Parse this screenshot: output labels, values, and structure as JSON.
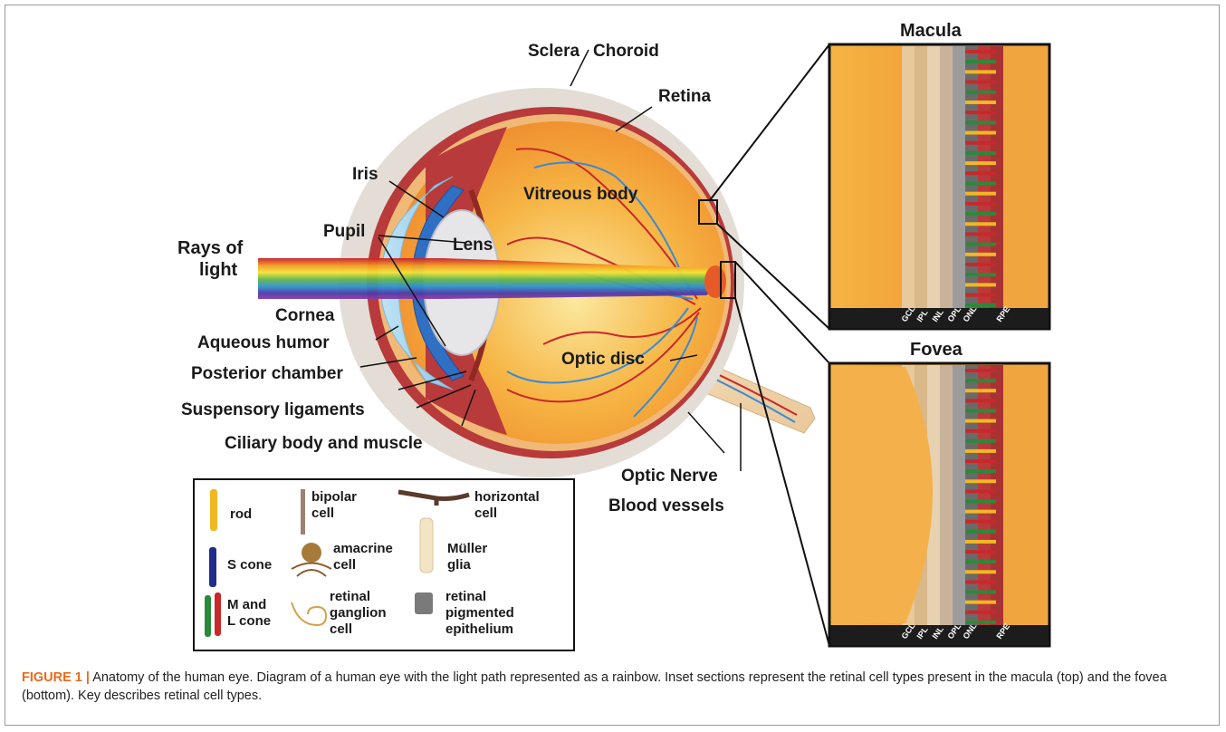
{
  "labels": {
    "sclera": "Sclera",
    "choroid": "Choroid",
    "retina": "Retina",
    "iris": "Iris",
    "vitreous": "Vitreous body",
    "pupil": "Pupil",
    "lens": "Lens",
    "rays_line1": "Rays of",
    "rays_line2": "light",
    "cornea": "Cornea",
    "aqueous": "Aqueous humor",
    "posterior": "Posterior chamber",
    "suspensory": "Suspensory ligaments",
    "ciliary": "Ciliary body and muscle",
    "optic_disc": "Optic disc",
    "optic_nerve": "Optic Nerve",
    "blood_vessels": "Blood vessels"
  },
  "insets": {
    "macula_title": "Macula",
    "fovea_title": "Fovea",
    "layers": [
      "GCL",
      "IPL",
      "INL",
      "OPL",
      "ONL",
      "RPE"
    ]
  },
  "key": {
    "rod": "rod",
    "s_cone": "S cone",
    "ml_cone_1": "M and",
    "ml_cone_2": "L cone",
    "bipolar_1": "bipolar",
    "bipolar_2": "cell",
    "amacrine_1": "amacrine",
    "amacrine_2": "cell",
    "ganglion_1": "retinal",
    "ganglion_2": "ganglion",
    "ganglion_3": "cell",
    "horizontal_1": "horizontal",
    "horizontal_2": "cell",
    "muller_1": "Müller",
    "muller_2": "glia",
    "rpe_1": "retinal",
    "rpe_2": "pigmented",
    "rpe_3": "epithelium"
  },
  "caption": {
    "label": "FIGURE 1 |",
    "text": " Anatomy of the human eye. Diagram of a human eye with the light path represented as a rainbow. Inset sections represent the retinal cell types present in the macula (top) and the fovea (bottom). Key describes retinal cell types."
  },
  "colors": {
    "sclera": "#e3ddd5",
    "choroid": "#b83a3a",
    "retina_fill": "#f2a43a",
    "vessel_red": "#c8282a",
    "vessel_blue": "#3a8ad6",
    "accent": "#e86a1a"
  }
}
